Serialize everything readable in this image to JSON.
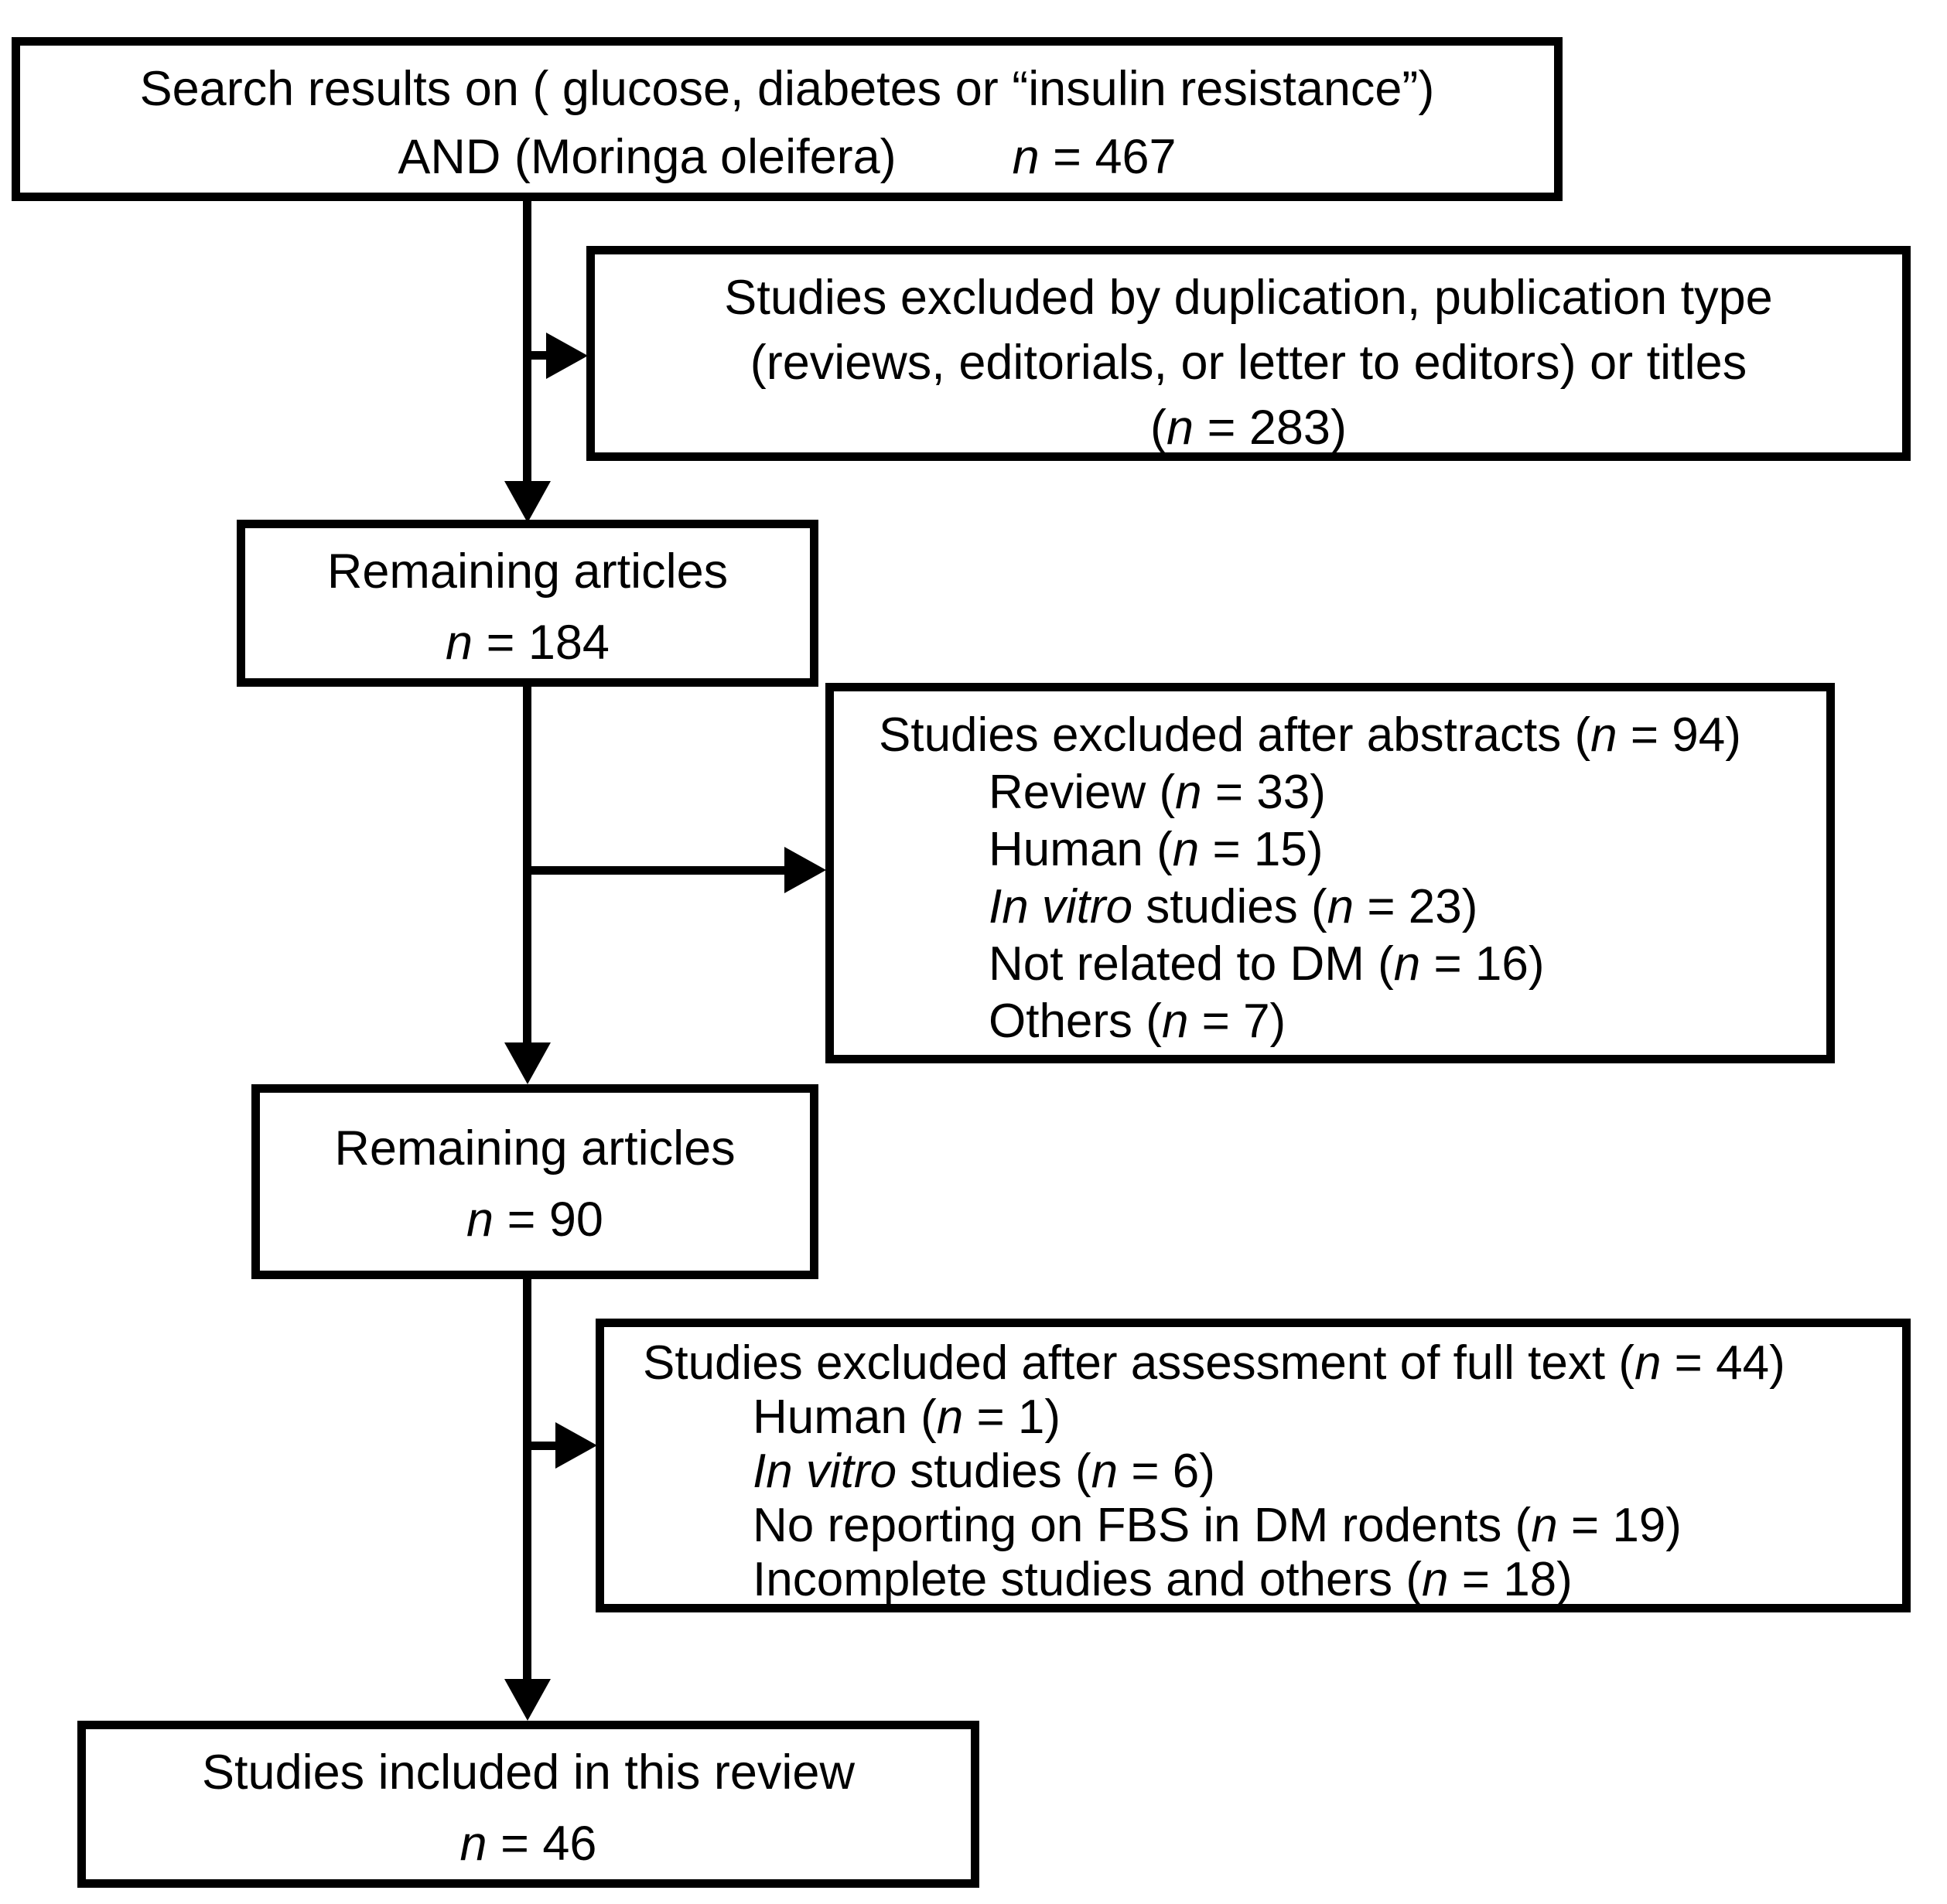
{
  "colors": {
    "ink": "#000000",
    "paper": "#ffffff"
  },
  "boxes": {
    "search": {
      "line1": "Search results on ( glucose, diabetes or “insulin resistance”)",
      "line2": "AND (Moringa oleifera)",
      "count": {
        "n": "n",
        "rest": " = 467"
      }
    },
    "excluded_duplication": {
      "line1": "Studies excluded by duplication, publication type",
      "line2": "(reviews, editorials, or letter to editors) or titles",
      "count": {
        "pre": "(",
        "n": "n",
        "rest": " = 283)"
      }
    },
    "remaining_184": {
      "line1": "Remaining articles",
      "count": {
        "n": "n",
        "rest": " = 184"
      }
    },
    "excluded_abstracts": {
      "title": {
        "pre": "Studies excluded after abstracts (",
        "n": "n",
        "rest": " = 94)"
      },
      "items": [
        {
          "pre": "Review (",
          "n": "n",
          "rest": " = 33)"
        },
        {
          "pre": "Human (",
          "n": "n",
          "rest": " = 15)"
        },
        {
          "italic_pre": "In vitro",
          "pre": " studies (",
          "n": "n",
          "rest": " = 23)"
        },
        {
          "pre": "Not related to DM (",
          "n": "n",
          "rest": " = 16)"
        },
        {
          "pre": "Others (",
          "n": "n",
          "rest": " = 7)"
        }
      ]
    },
    "remaining_90": {
      "line1": "Remaining articles",
      "count": {
        "n": "n",
        "rest": " = 90"
      }
    },
    "excluded_fulltext": {
      "title": {
        "pre": "Studies excluded after assessment of full text (",
        "n": "n",
        "rest": " = 44)"
      },
      "items": [
        {
          "pre": "Human (",
          "n": "n",
          "rest": " = 1)"
        },
        {
          "italic_pre": "In vitro",
          "pre": " studies (",
          "n": "n",
          "rest": " = 6)"
        },
        {
          "pre": "No reporting on FBS in DM rodents (",
          "n": "n",
          "rest": " = 19)"
        },
        {
          "pre": "Incomplete studies and others (",
          "n": "n",
          "rest": " = 18)"
        }
      ]
    },
    "included": {
      "line1": "Studies included in this review",
      "count": {
        "n": "n",
        "rest": " = 46"
      }
    }
  }
}
